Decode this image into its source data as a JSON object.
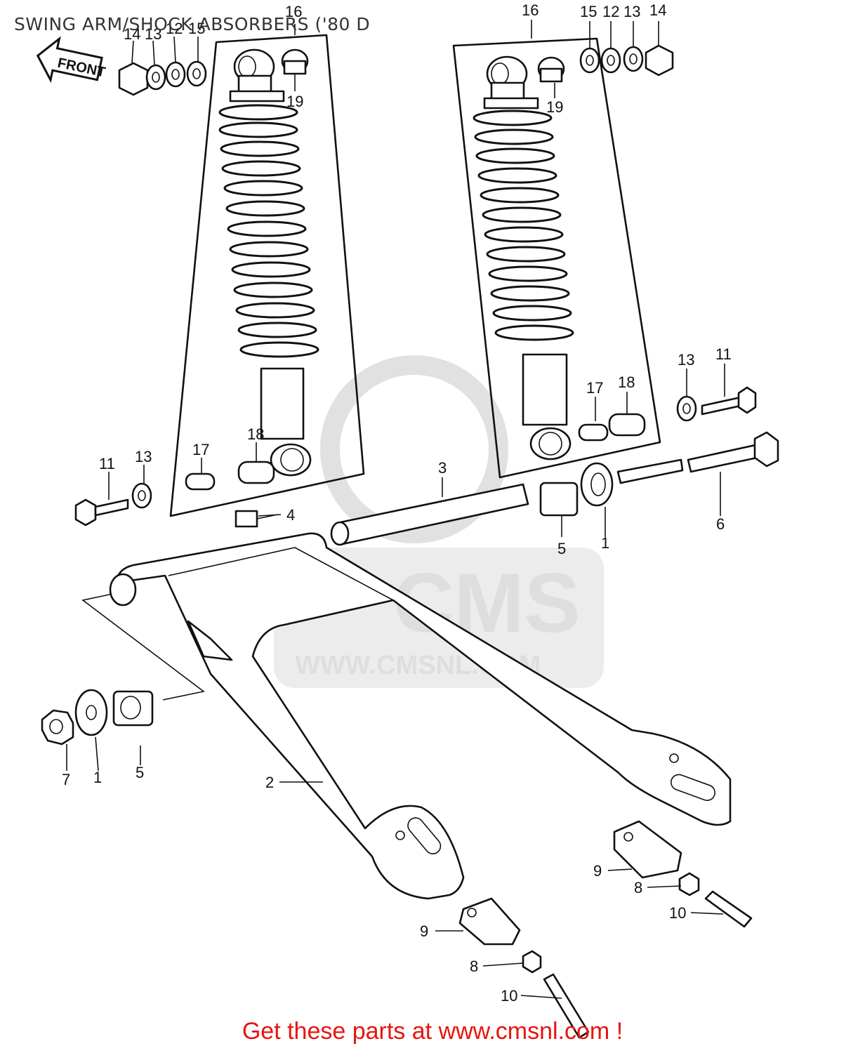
{
  "title": "SWING ARM/SHOCK ABSORBERS ('80 D",
  "front_arrow_label": "FRONT",
  "footer": "Get these parts at www.cmsnl.com !",
  "watermark": {
    "brand": "CMS",
    "url": "WWW.CMSNL.COM"
  },
  "callouts": [
    {
      "id": "c16a",
      "label": "16"
    },
    {
      "id": "c14a",
      "label": "14"
    },
    {
      "id": "c13a",
      "label": "13"
    },
    {
      "id": "c12a",
      "label": "12"
    },
    {
      "id": "c15a",
      "label": "15"
    },
    {
      "id": "c19a",
      "label": "19"
    },
    {
      "id": "c16b",
      "label": "16"
    },
    {
      "id": "c15b",
      "label": "15"
    },
    {
      "id": "c12b",
      "label": "12"
    },
    {
      "id": "c13b",
      "label": "13"
    },
    {
      "id": "c14b",
      "label": "14"
    },
    {
      "id": "c19b",
      "label": "19"
    },
    {
      "id": "c13c",
      "label": "13"
    },
    {
      "id": "c11c",
      "label": "11"
    },
    {
      "id": "c17b",
      "label": "17"
    },
    {
      "id": "c18b",
      "label": "18"
    },
    {
      "id": "c11d",
      "label": "11"
    },
    {
      "id": "c13d",
      "label": "13"
    },
    {
      "id": "c17a",
      "label": "17"
    },
    {
      "id": "c18a",
      "label": "18"
    },
    {
      "id": "c3",
      "label": "3"
    },
    {
      "id": "c4",
      "label": "4"
    },
    {
      "id": "c5a",
      "label": "5"
    },
    {
      "id": "c1a",
      "label": "1"
    },
    {
      "id": "c6",
      "label": "6"
    },
    {
      "id": "c7",
      "label": "7"
    },
    {
      "id": "c1b",
      "label": "1"
    },
    {
      "id": "c5b",
      "label": "5"
    },
    {
      "id": "c2",
      "label": "2"
    },
    {
      "id": "c9a",
      "label": "9"
    },
    {
      "id": "c8a",
      "label": "8"
    },
    {
      "id": "c10a",
      "label": "10"
    },
    {
      "id": "c9b",
      "label": "9"
    },
    {
      "id": "c8b",
      "label": "8"
    },
    {
      "id": "c10b",
      "label": "10"
    }
  ]
}
